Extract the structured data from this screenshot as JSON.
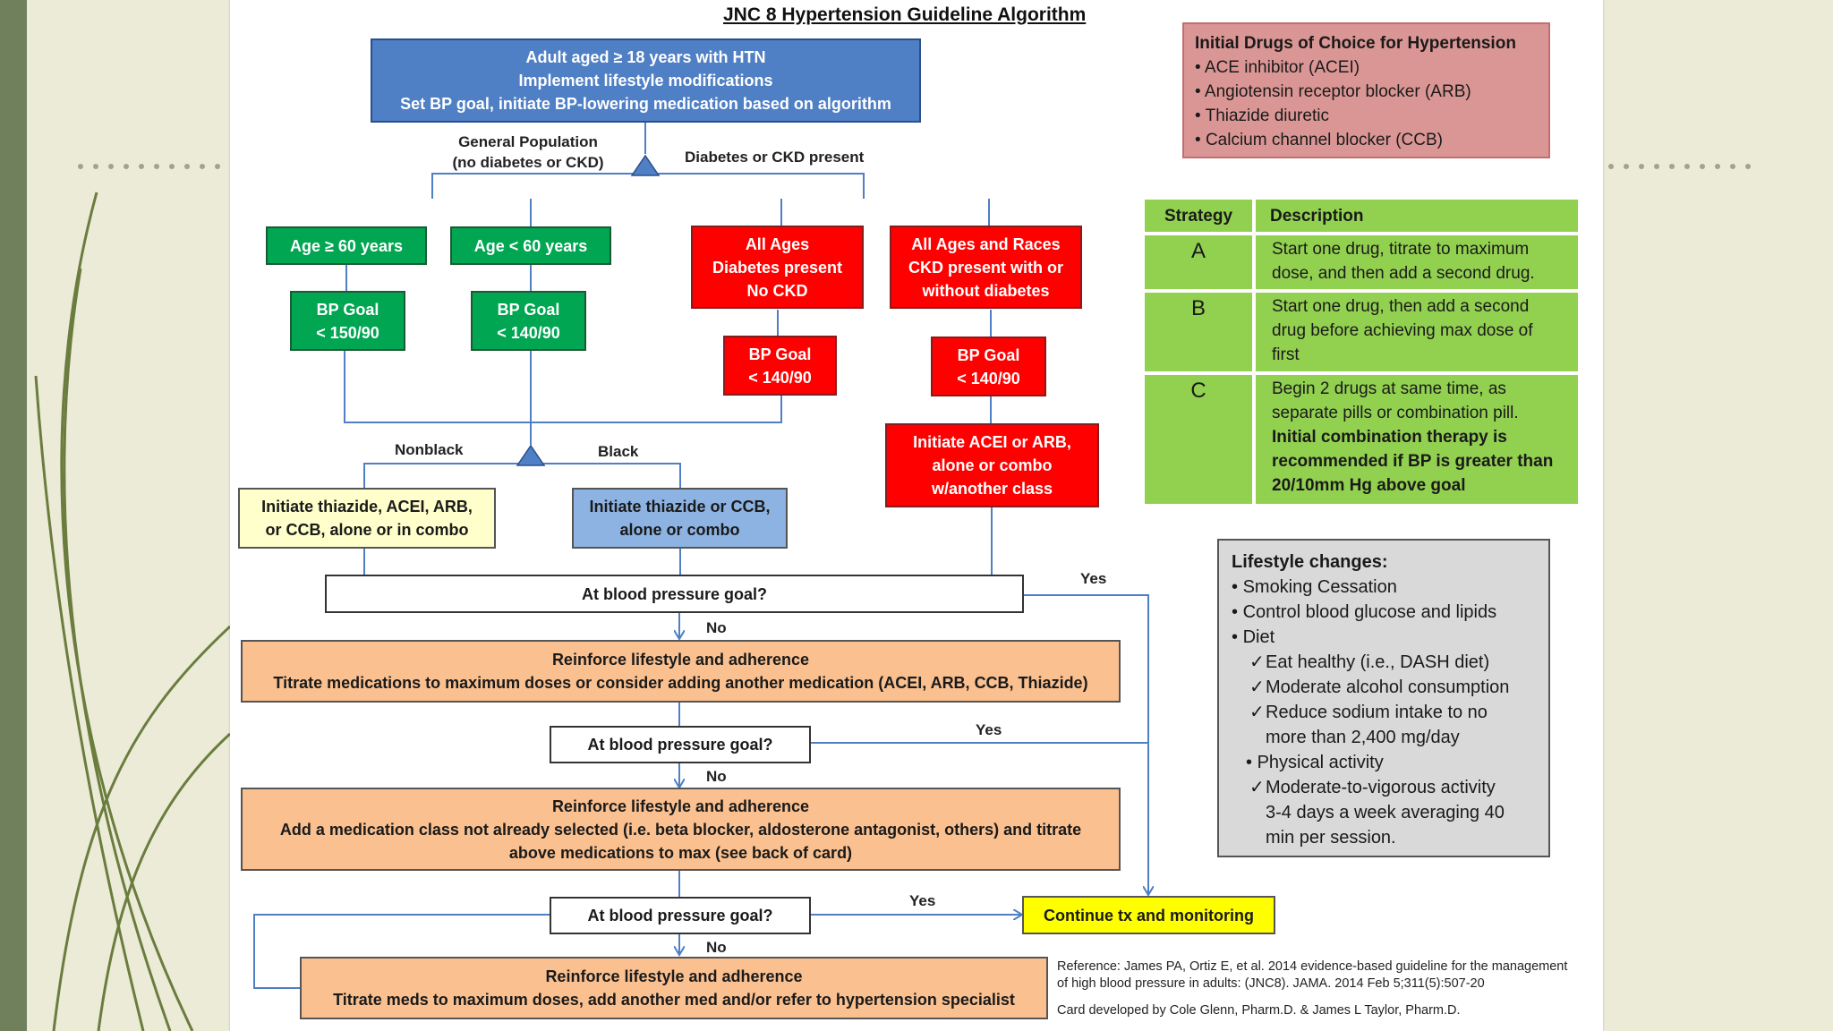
{
  "title": "JNC 8 Hypertension Guideline Algorithm",
  "start_box": [
    "Adult aged ≥ 18 years with HTN",
    "Implement lifestyle modifications",
    "Set BP goal, initiate BP-lowering medication based on algorithm"
  ],
  "branch_labels": {
    "general_population": [
      "General Population",
      "(no diabetes or CKD)"
    ],
    "diabetes_ckd": "Diabetes or CKD present",
    "nonblack": "Nonblack",
    "black": "Black"
  },
  "age_boxes": {
    "over60": "Age  ≥ 60 years",
    "under60": "Age  < 60 years"
  },
  "goal_boxes": {
    "over60": [
      "BP Goal",
      "< 150/90"
    ],
    "under60": [
      "BP Goal",
      "< 140/90"
    ],
    "diabetes": [
      "BP Goal",
      "< 140/90"
    ],
    "ckd": [
      "BP Goal",
      "< 140/90"
    ]
  },
  "red_boxes": {
    "diabetes": [
      "All Ages",
      "Diabetes present",
      "No CKD"
    ],
    "ckd": [
      "All Ages and Races",
      "CKD present with or",
      "without diabetes"
    ],
    "initiate": [
      "Initiate ACEI or ARB,",
      "alone or combo",
      "w/another class"
    ]
  },
  "initiate_boxes": {
    "nonblack": [
      "Initiate thiazide, ACEI, ARB,",
      "or CCB, alone or in combo"
    ],
    "black": [
      "Initiate thiazide or CCB,",
      "alone or combo"
    ]
  },
  "bp_goal_question": "At blood pressure goal?",
  "yes_label": "Yes",
  "no_label": "No",
  "step_boxes": {
    "step1": [
      "Reinforce lifestyle and adherence",
      "Titrate medications to maximum doses or consider adding another medication  (ACEI, ARB, CCB, Thiazide)"
    ],
    "step2": [
      "Reinforce lifestyle and adherence",
      "Add a medication class not already selected (i.e. beta blocker, aldosterone antagonist, others) and titrate",
      "above medications to max (see back of card)"
    ],
    "step3": [
      "Reinforce lifestyle and adherence",
      "Titrate meds to maximum doses, add another med and/or refer to hypertension specialist"
    ]
  },
  "continue_box": "Continue tx and monitoring",
  "drugs_panel": {
    "heading": "Initial Drugs of Choice for Hypertension",
    "items": [
      "ACE inhibitor (ACEI)",
      "Angiotensin receptor blocker (ARB)",
      "Thiazide diuretic",
      "Calcium channel blocker (CCB)"
    ]
  },
  "strategy_table": {
    "headers": [
      "Strategy",
      "Description"
    ],
    "rows": [
      {
        "letter": "A",
        "desc": [
          "Start one drug, titrate to maximum",
          "dose, and then add a second drug."
        ]
      },
      {
        "letter": "B",
        "desc": [
          "Start one drug, then add a second",
          "drug before achieving max dose of",
          "first"
        ]
      },
      {
        "letter": "C",
        "desc": [
          "Begin 2 drugs at same time, as",
          "separate pills or combination pill."
        ],
        "desc_bold": [
          "Initial combination therapy is",
          "recommended if BP is greater than",
          "20/10mm Hg above goal"
        ]
      }
    ]
  },
  "lifestyle": {
    "heading": "Lifestyle  changes:",
    "items": [
      "Smoking Cessation",
      "Control blood glucose and lipids",
      "Diet"
    ],
    "diet_items": [
      "Eat healthy (i.e., DASH diet)",
      "Moderate alcohol consumption",
      "Reduce sodium intake to no",
      "more than 2,400 mg/day"
    ],
    "activity": "Physical activity",
    "activity_items": [
      "Moderate-to-vigorous activity",
      "3-4 days a week averaging 40",
      "min per session."
    ]
  },
  "reference": {
    "line1": "Reference: James PA, Ortiz E, et al. 2014 evidence-based guideline for the management",
    "line2": "of high blood pressure in adults: (JNC8). JAMA. 2014 Feb 5;311(5):507-20",
    "line3": "Card developed by Cole Glenn, Pharm.D. & James L Taylor, Pharm.D."
  },
  "colors": {
    "blue": "#4f7fc4",
    "green": "#00a651",
    "red": "#ff0000",
    "cream": "#ffffcc",
    "light_blue": "#8db3e2",
    "orange": "#fac090",
    "yellow": "#ffff00",
    "pink": "#da9694",
    "strategy_green": "#92d050",
    "gray": "#d9d9d9",
    "background": "#ecebd7",
    "sidebar": "#707f5c"
  }
}
